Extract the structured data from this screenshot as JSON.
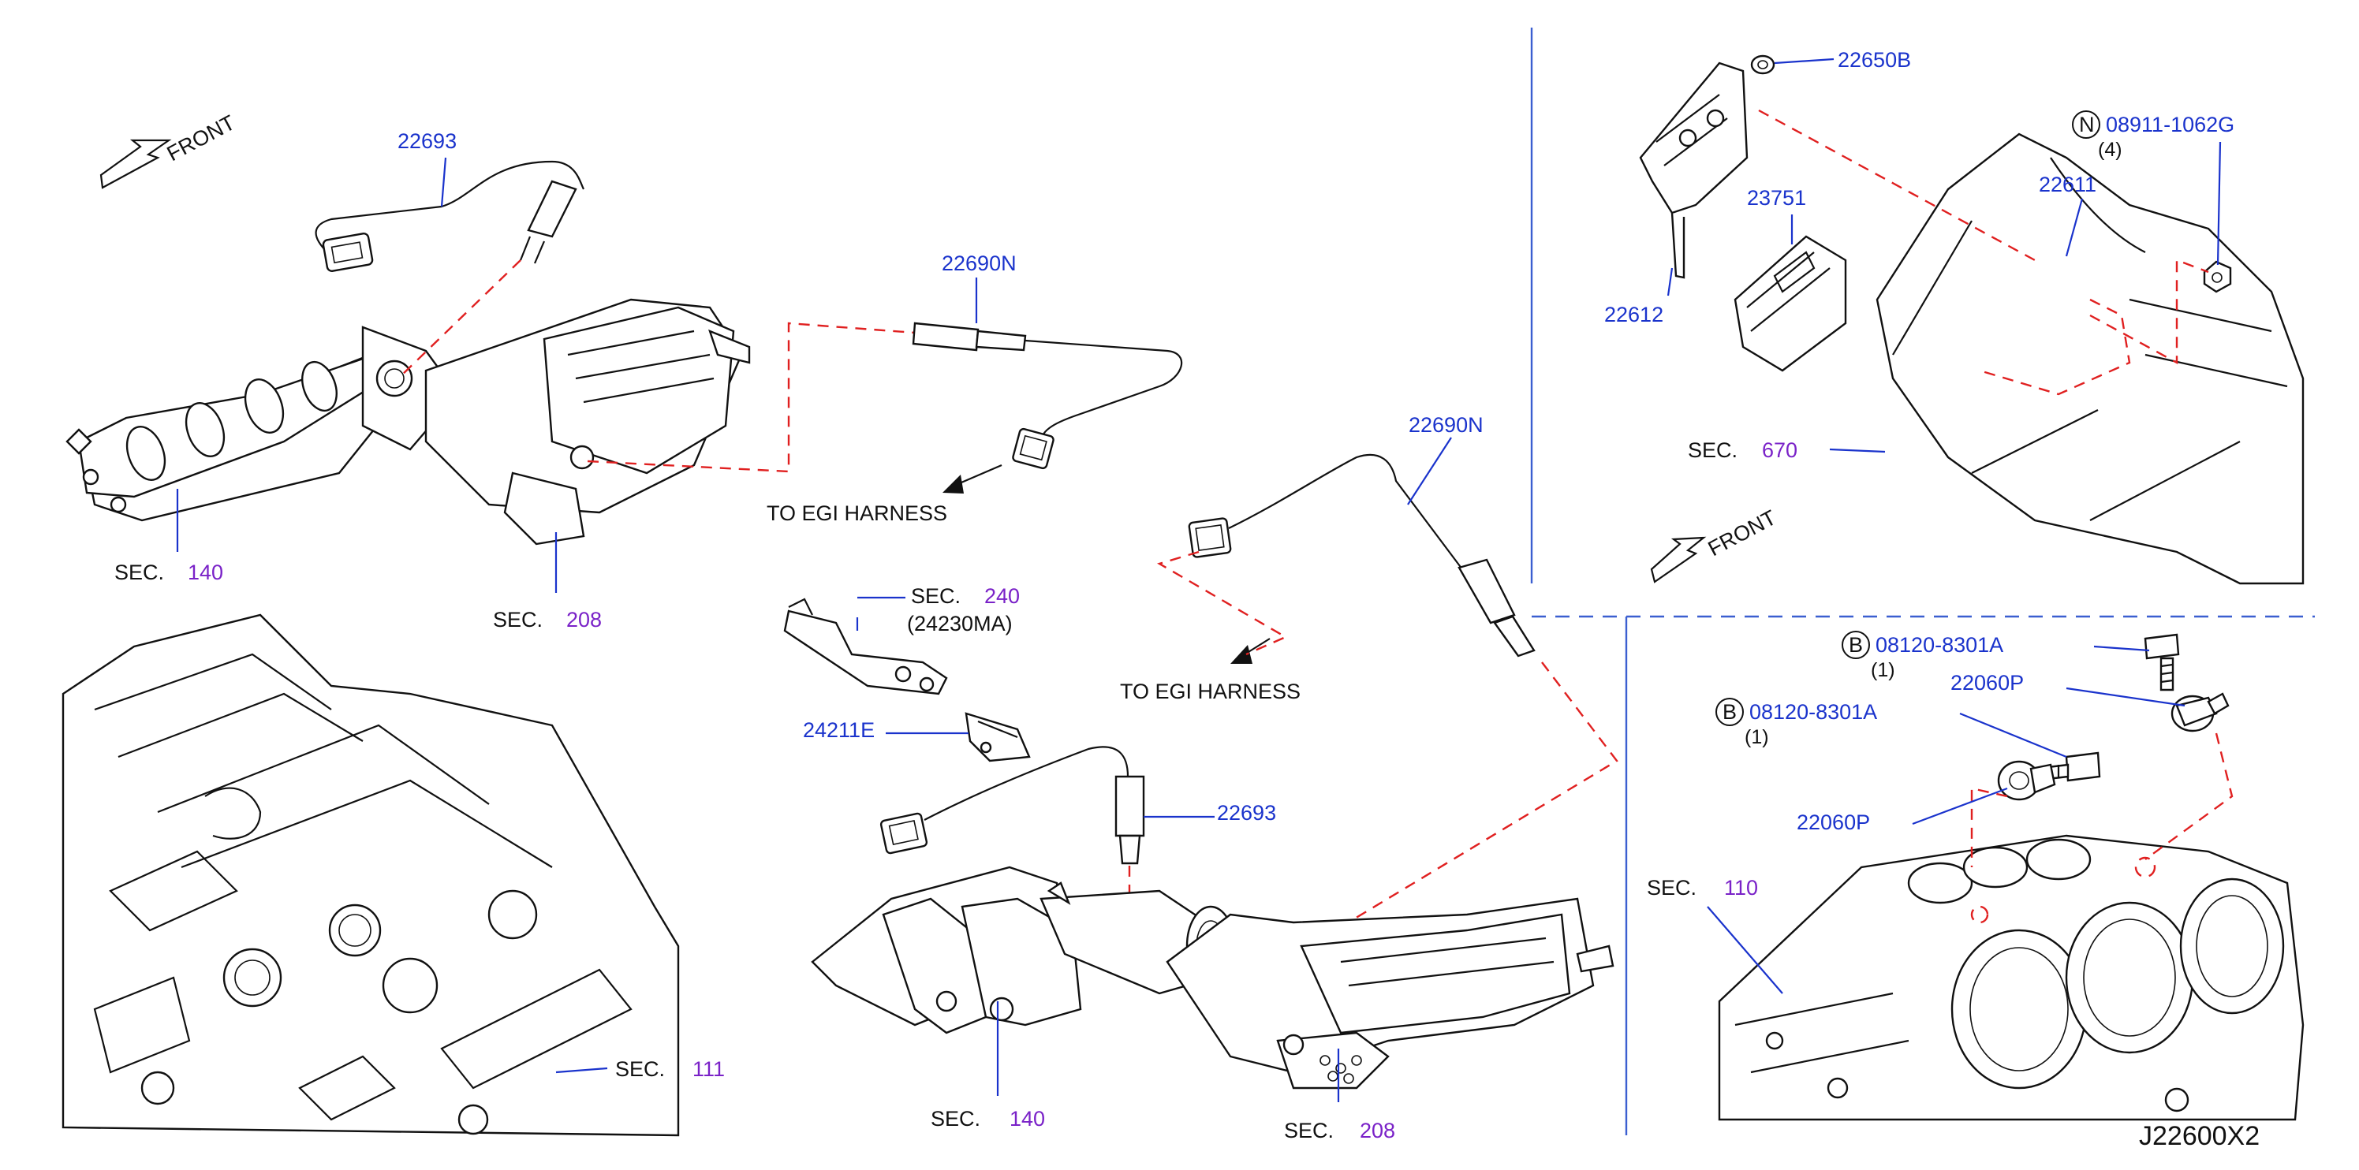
{
  "diagram_code": "J22600X2",
  "front_labels": [
    "FRONT",
    "FRONT"
  ],
  "harness_labels": [
    "TO   EGI   HARNESS",
    "TO   EGI   HARNESS"
  ],
  "part_refs": {
    "p22693_top": "22693",
    "p22690N_top": "22690N",
    "p22690N_mid": "22690N",
    "p24211E": "24211E",
    "p22693_mid": "22693",
    "p22650B": "22650B",
    "p23751": "23751",
    "p22611": "22611",
    "p22612": "22612",
    "p08911": "08911-1062G",
    "p08120_a": "08120-8301A",
    "p08120_b": "08120-8301A",
    "p22060P_a": "22060P",
    "p22060P_b": "22060P"
  },
  "quantities": {
    "q08911": "(4)",
    "q08120_a": "(1)",
    "q08120_b": "(1)"
  },
  "circle_letters": {
    "n": "N",
    "b1": "B",
    "b2": "B"
  },
  "sec_prefix": "SEC.",
  "sections": {
    "s140_top": "140",
    "s208_top": "208",
    "s240": "240",
    "s240_note": "(24230MA)",
    "s111": "111",
    "s140_bottom": "140",
    "s208_bottom": "208",
    "s670": "670",
    "s110": "110"
  },
  "colors": {
    "reference_blue": "#1a33cc",
    "section_purple": "#7a22c8",
    "dashed_red": "#e02020",
    "divider_blue": "#3b5fd0"
  }
}
